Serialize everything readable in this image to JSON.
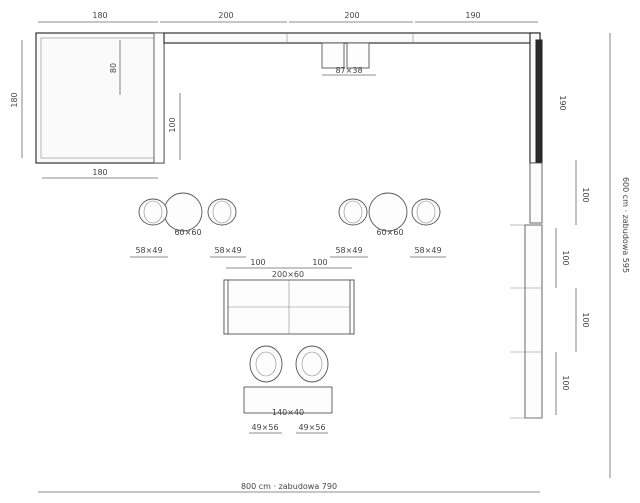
{
  "dimensions": {
    "top_seg1": "180",
    "top_seg2": "200",
    "top_seg3": "200",
    "top_seg4": "190",
    "left_180": "180",
    "inner_80": "80",
    "inner_100": "100",
    "bottom_180": "180",
    "sink_87x38": "87×38",
    "right_190": "190",
    "right_100a": "100",
    "right_100b": "100",
    "right_100c": "100",
    "right_100d": "100",
    "total_height": "600 cm · zabudowa 595",
    "total_width": "800 cm · zabudowa 790",
    "table_left": "60×60",
    "table_right": "60×60",
    "chair_l1": "58×49",
    "chair_l2": "58×49",
    "chair_r1": "58×49",
    "chair_r2": "58×49",
    "bench_100a": "100",
    "bench_100b": "100",
    "bench_200x60": "200×60",
    "coffee_140x40": "140×40",
    "arm_49x56a": "49×56",
    "arm_49x56b": "49×56"
  }
}
